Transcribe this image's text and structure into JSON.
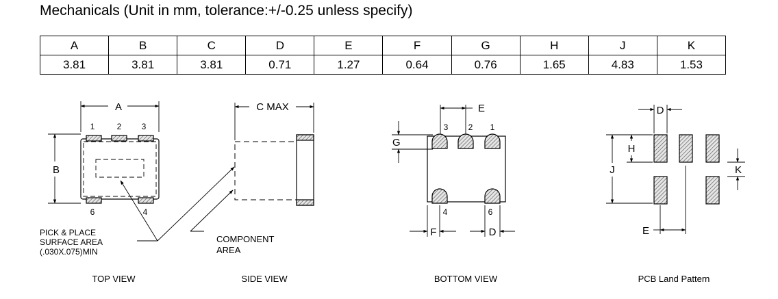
{
  "title": "Mechanicals (Unit in mm, tolerance:+/-0.25 unless specify)",
  "table": {
    "headers": [
      "A",
      "B",
      "C",
      "D",
      "E",
      "F",
      "G",
      "H",
      "J",
      "K"
    ],
    "values": [
      "3.81",
      "3.81",
      "3.81",
      "0.71",
      "1.27",
      "0.64",
      "0.76",
      "1.65",
      "4.83",
      "1.53"
    ]
  },
  "top_view": {
    "dim_a": "A",
    "dim_b": "B",
    "pins_top": [
      "1",
      "2",
      "3"
    ],
    "pins_bottom": [
      "6",
      "4"
    ],
    "note": [
      "PICK & PLACE",
      "SURFACE AREA",
      "(.030X.075)MIN"
    ],
    "caption": "TOP VIEW"
  },
  "side_view": {
    "dim_c": "C MAX",
    "note": [
      "COMPONENT",
      "AREA"
    ],
    "caption": "SIDE VIEW"
  },
  "bottom_view": {
    "dim_e": "E",
    "dim_g": "G",
    "dim_f": "F",
    "dim_d": "D",
    "pins_top": [
      "3",
      "2",
      "1"
    ],
    "pins_bottom": [
      "4",
      "6"
    ],
    "caption": "BOTTOM VIEW"
  },
  "pcb_view": {
    "dim_d": "D",
    "dim_h": "H",
    "dim_j": "J",
    "dim_k": "K",
    "dim_e": "E",
    "caption": "PCB Land Pattern"
  }
}
